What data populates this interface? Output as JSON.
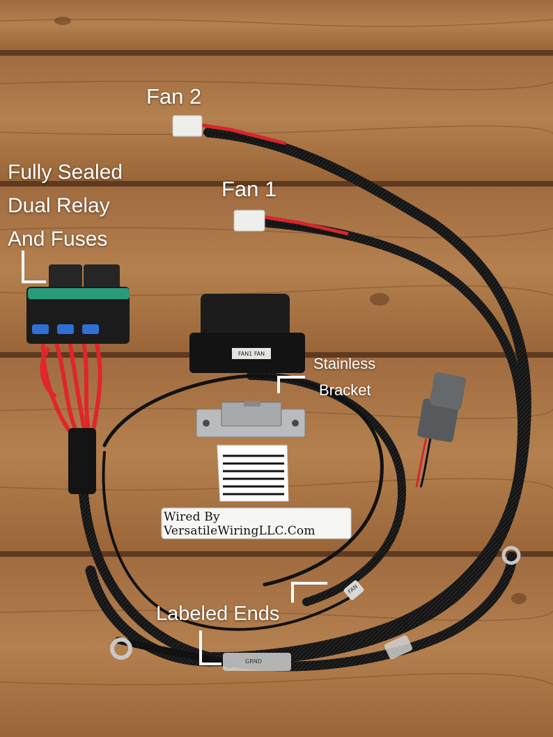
{
  "photo": {
    "labels": {
      "fan2": "Fan 2",
      "fan1": "Fan 1",
      "relay_line1": "Fully Sealed",
      "relay_line2": "Dual Relay",
      "relay_line3": "And Fuses",
      "bracket_line1": "Stainless",
      "bracket_line2": "Bracket",
      "labeled_ends": "Labeled Ends"
    },
    "sticker_text": "Wired By VersatileWiringLLC.Com",
    "fuse_box_label": "FAN1 FAN",
    "wire_tags": {
      "fan": "FAN",
      "ground": "GRND"
    }
  },
  "colors": {
    "wood_light": "#b07a4a",
    "wood_dark": "#6e4425",
    "wire_black": "#151515",
    "wire_red": "#d8262a",
    "connector_green": "#2a9a7c",
    "terminal_blue": "#2f6fd6"
  }
}
